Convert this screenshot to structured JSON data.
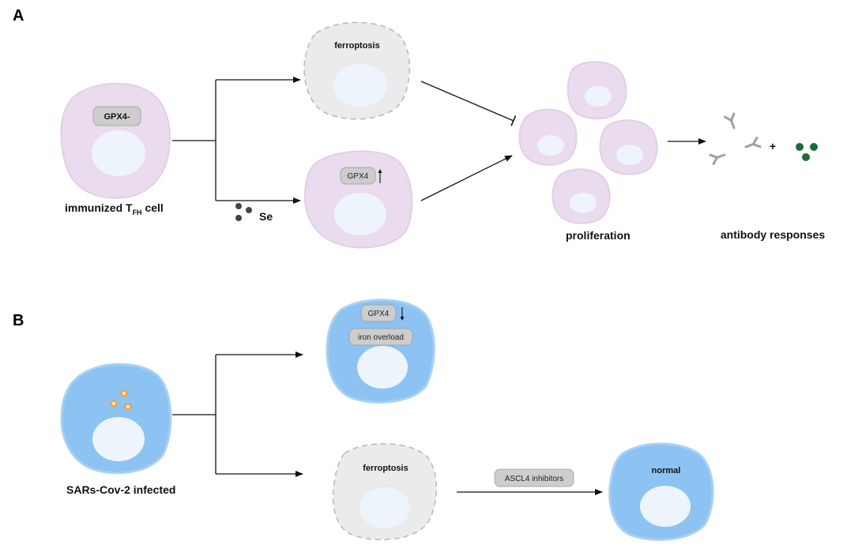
{
  "panels": {
    "a": {
      "letter": "A",
      "tfh_label": "immunized T",
      "tfh_sub": "FH",
      "tfh_suffix": " cell",
      "gpx4_minus": "GPX4-",
      "ferroptosis": "ferroptosis",
      "gpx4": "GPX4",
      "se": "Se",
      "proliferation": "proliferation",
      "plus": "+",
      "antibody": "antibody responses"
    },
    "b": {
      "letter": "B",
      "infected": "SARs-Cov-2 infected",
      "gpx4": "GPX4",
      "iron": "iron overload",
      "ferroptosis": "ferroptosis",
      "inhibitors": "ASCL4 inhibitors",
      "normal": "normal"
    }
  },
  "colors": {
    "purple_cell": "#eadcee",
    "purple_cell_edge": "#e0cfe6",
    "blue_cell": "#8cc3f2",
    "blue_cell_edge": "#a7d0f4",
    "gray_cell": "#ebebeb",
    "gray_cell_edge": "#b8b8b8",
    "nucleus": "#eef4fb",
    "pill_fill": "#cdcdcd",
    "pill_edge": "#9a9a9a",
    "virus": "#f29a2e",
    "dot_green": "#1e6b3a",
    "antibody_gray": "#a0a0a0"
  }
}
